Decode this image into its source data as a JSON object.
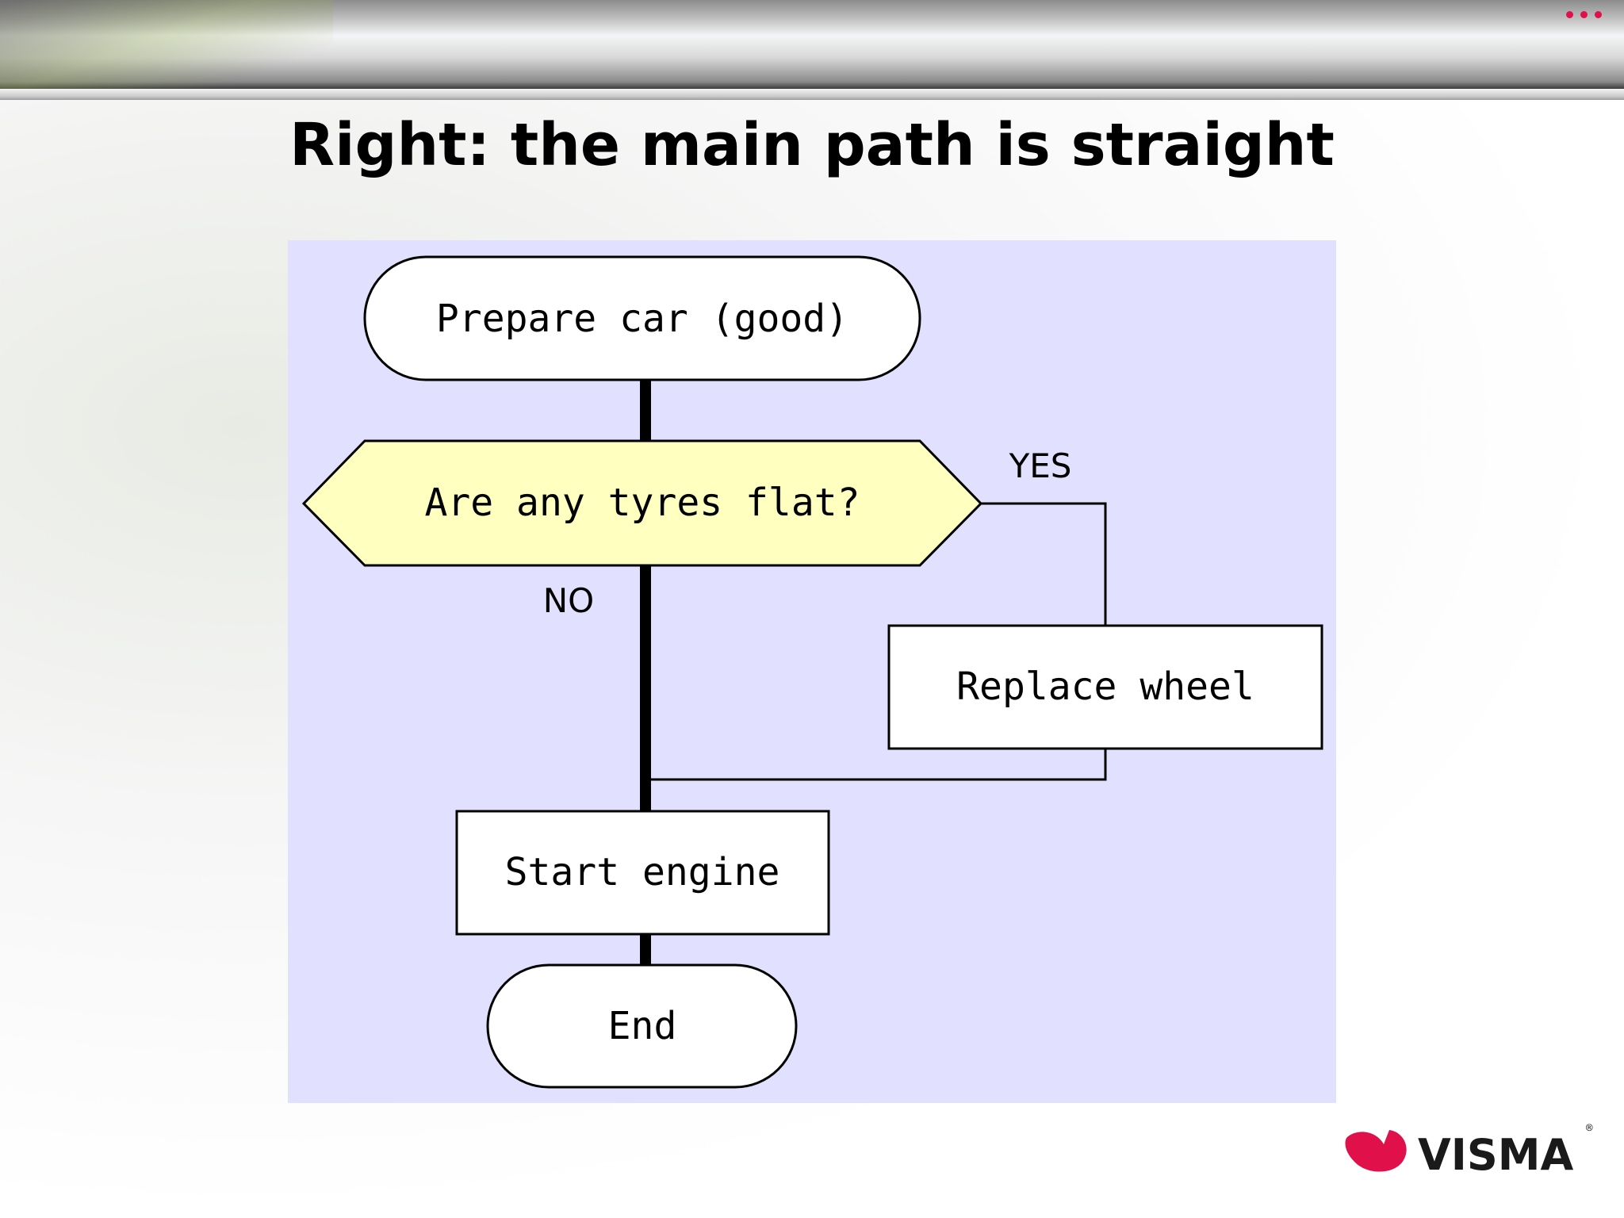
{
  "slide": {
    "title": "Right: the main path is straight",
    "accent_color": "#e0104a",
    "panel_color": "#e1e0ff",
    "decision_color": "#ffffc0"
  },
  "flowchart": {
    "nodes": {
      "start": "Prepare car (good)",
      "decision": "Are any tyres flat?",
      "replace": "Replace wheel",
      "engine": "Start engine",
      "end": "End"
    },
    "labels": {
      "yes": "YES",
      "no": "NO"
    }
  },
  "logo": {
    "text": "VISMA",
    "registered": "®"
  }
}
